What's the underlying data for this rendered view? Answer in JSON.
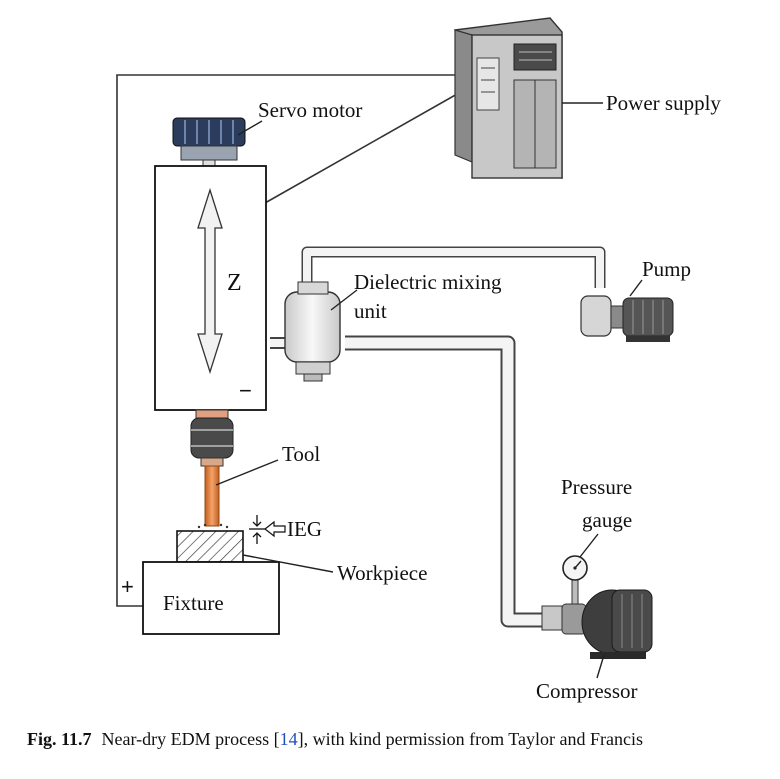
{
  "labels": {
    "servo_motor": "Servo motor",
    "power_supply": "Power supply",
    "z_axis": "Z",
    "minus_sign": "−",
    "plus_sign": "+",
    "dielectric_line1": "Dielectric mixing",
    "dielectric_line2": "unit",
    "pump": "Pump",
    "tool": "Tool",
    "ieg": "IEG",
    "workpiece": "Workpiece",
    "fixture": "Fixture",
    "pressure_line1": "Pressure",
    "pressure_line2": "gauge",
    "compressor": "Compressor"
  },
  "caption": {
    "fig_label": "Fig. 11.7",
    "text_before_ref": "Near-dry EDM process [",
    "ref": "14",
    "text_after_ref": "], with kind permission from Taylor and Francis"
  },
  "colors": {
    "tool_electrode": "#d9782f",
    "pipe": "#e8e8e8",
    "cabinet": "#b8b8b8",
    "motor_blue": "#2b3c5c"
  }
}
